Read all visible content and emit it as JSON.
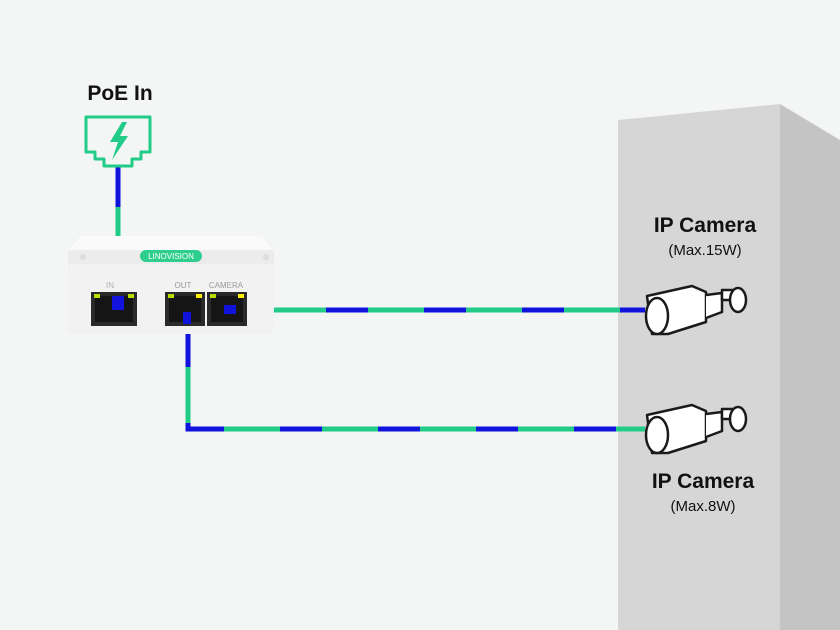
{
  "poe_in": {
    "label": "PoE In",
    "icon": "ethernet-lightning-icon",
    "icon_color": "#22cc88"
  },
  "splitter": {
    "brand": "LINOVISION",
    "port_in_label": "IN",
    "port_out_label": "OUT",
    "port_camera_label": "CAMERA",
    "brand_color": "#2ecf8e"
  },
  "cameras": [
    {
      "title": "IP Camera",
      "power": "(Max.15W)"
    },
    {
      "title": "IP Camera",
      "power": "(Max.8W)"
    }
  ],
  "colors": {
    "cable_green": "#22cc88",
    "cable_blue": "#1212dd",
    "wall_front": "#d5d5d5",
    "wall_side": "#c2c2c2",
    "background": "#f4f6f5"
  }
}
